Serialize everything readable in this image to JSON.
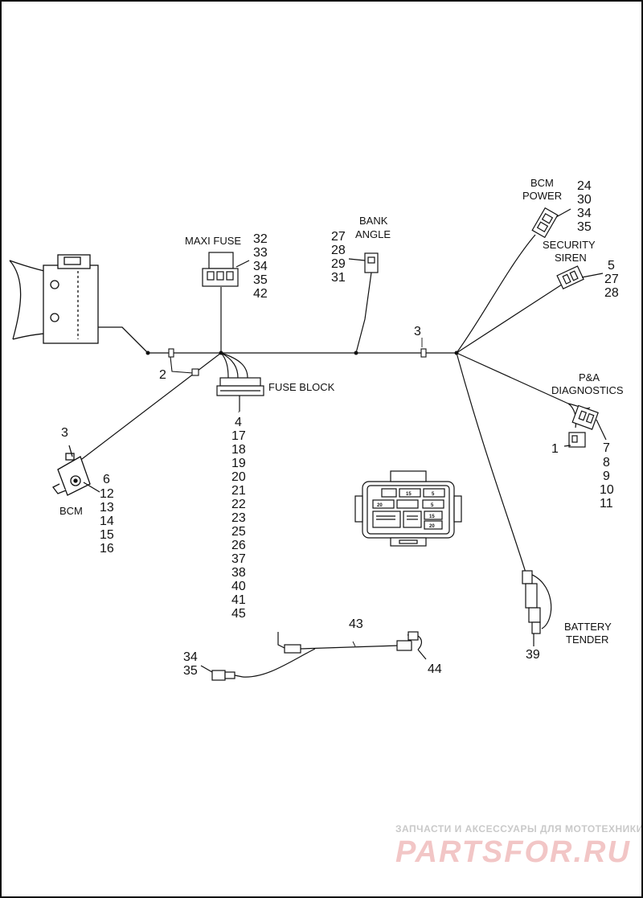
{
  "labels": {
    "maxi_fuse": "MAXI FUSE",
    "fuse_block": "FUSE BLOCK",
    "bank_line1": "BANK",
    "bank_line2": "ANGLE",
    "bcm_power_line1": "BCM",
    "bcm_power_line2": "POWER",
    "security_line1": "SECURITY",
    "security_line2": "SIREN",
    "pa_line1": "P&A",
    "pa_line2": "DIAGNOSTICS",
    "bcm": "BCM",
    "battery_line1": "BATTERY",
    "battery_line2": "TENDER"
  },
  "callouts": {
    "maxi_fuse": [
      "32",
      "33",
      "34",
      "35",
      "42"
    ],
    "bank_angle": [
      "27",
      "28",
      "29",
      "31"
    ],
    "bcm_power": [
      "24",
      "30",
      "34",
      "35"
    ],
    "security_siren": [
      "5",
      "27",
      "28"
    ],
    "pa_left": "1",
    "pa_right": [
      "7",
      "8",
      "9",
      "10",
      "11"
    ],
    "fuse_block": [
      "4",
      "17",
      "18",
      "19",
      "20",
      "21",
      "22",
      "23",
      "25",
      "26",
      "37",
      "38",
      "40",
      "41",
      "45"
    ],
    "bcm": [
      "6",
      "12",
      "13",
      "14",
      "15",
      "16"
    ],
    "bcm_top": "3",
    "clip_left": "2",
    "clip_right": "3",
    "battery": "39",
    "harness_43": "43",
    "conn_44": "44",
    "conn_34_35": [
      "34",
      "35"
    ]
  },
  "fuse_cells": {
    "r1a": "15",
    "r1b": "5",
    "r2a": "20",
    "r2b": "5",
    "r3c": "15",
    "r4b": "20"
  },
  "watermark": {
    "line1": "ЗАПЧАСТИ И АКСЕССУАРЫ ДЛЯ МОТОТЕХНИКИ",
    "line2": "PARTSFOR.RU"
  }
}
